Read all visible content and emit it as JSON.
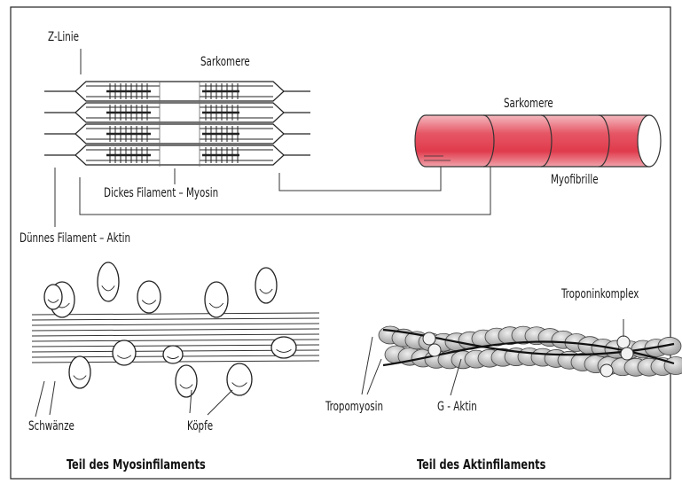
{
  "labels": {
    "z_linie": "Z-Linie",
    "sarkomere_top": "Sarkomere",
    "sarkomere_right": "Sarkomere",
    "myofibrille": "Myofibrille",
    "dickes_filament": "Dickes Filament – Myosin",
    "duennes_filament": "Dünnes Filament – Aktin",
    "troponinkomplex": "Troponinkomplex",
    "schwaenze": "Schwänze",
    "koepfe": "Köpfe",
    "tropomyosin": "Tropomyosin",
    "g_aktin": "G - Aktin"
  },
  "captions": {
    "myosin": "Teil des Myosinfilaments",
    "aktin": "Teil des Aktinfilaments"
  },
  "colors": {
    "myofibril_fill": "#e85a68",
    "myofibril_light": "#f7c6cb",
    "actin_bead": "#b9b9b9"
  }
}
